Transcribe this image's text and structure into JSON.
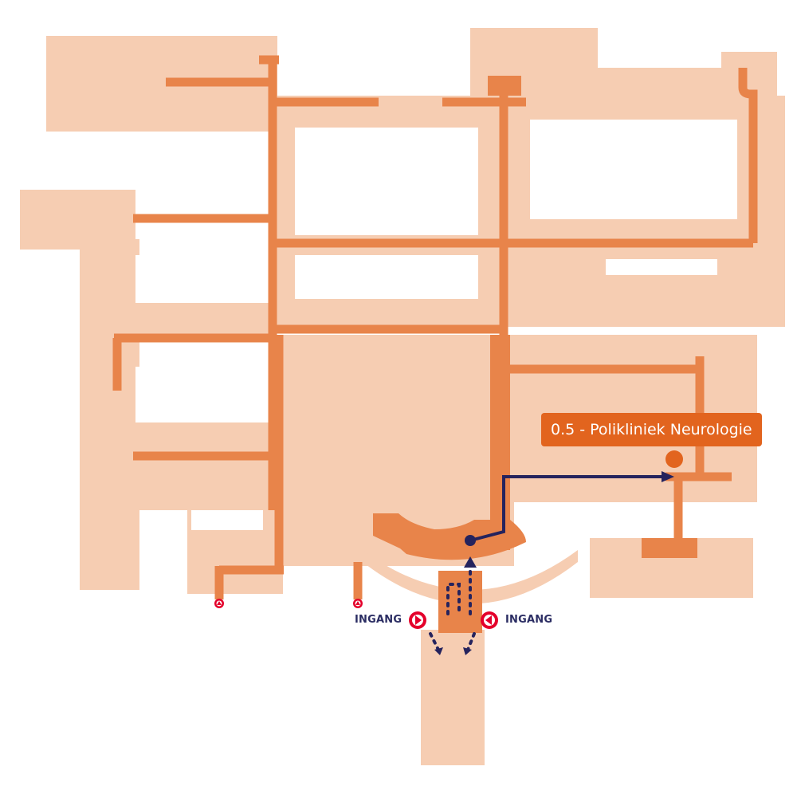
{
  "destination": {
    "label": "0.5 - Polikliniek Neurologie"
  },
  "entrances": [
    {
      "label": "INGANG"
    },
    {
      "label": "INGANG"
    }
  ],
  "colors": {
    "building": "#f6cdb2",
    "corridor": "#e8844a",
    "destination": "#e2641e",
    "route": "#25235d",
    "entrance_marker": "#e4002b",
    "background": "#ffffff"
  }
}
